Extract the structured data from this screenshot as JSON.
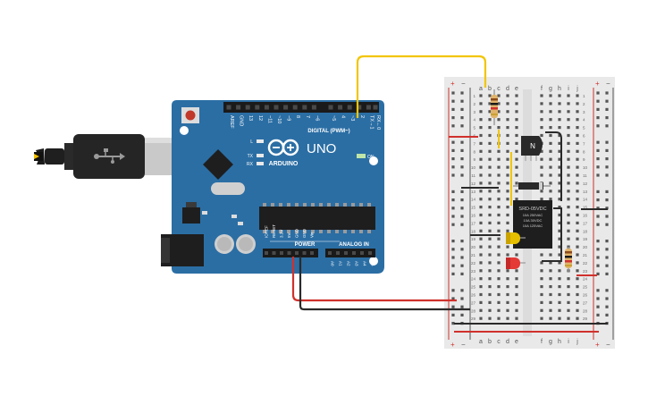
{
  "arduino": {
    "brand": "ARDUINO",
    "model": "UNO",
    "digital_label": "DIGITAL (PWM~)",
    "power_label": "POWER",
    "analog_label": "ANALOG IN",
    "on_label": "ON",
    "led_l": "L",
    "led_tx": "TX",
    "led_rx": "RX",
    "top_pin_labels": [
      "AREF",
      "GND",
      "13",
      "12",
      "~11",
      "~10",
      "~9",
      "8",
      "7",
      "~6",
      "~5",
      "4",
      "~3",
      "2",
      "TX→1",
      "RX←0"
    ],
    "power_pin_labels": [
      "IOREF",
      "RESET",
      "3.3V",
      "5V",
      "GND",
      "GND",
      "Vin"
    ],
    "analog_pin_labels": [
      "A0",
      "A1",
      "A2",
      "A3",
      "A4",
      "A5"
    ]
  },
  "breadboard": {
    "columns_left": [
      "a",
      "b",
      "c",
      "d",
      "e"
    ],
    "columns_right": [
      "f",
      "g",
      "h",
      "i",
      "j"
    ],
    "row_numbers": [
      "1",
      "2",
      "3",
      "4",
      "5",
      "6",
      "7",
      "8",
      "9",
      "10",
      "11",
      "12",
      "13",
      "14",
      "15",
      "16",
      "17",
      "18",
      "19",
      "20",
      "21",
      "22",
      "23",
      "24",
      "25",
      "26",
      "27",
      "28",
      "29"
    ],
    "rail_plus": "+",
    "rail_minus": "−"
  },
  "transistor": {
    "label": "N"
  },
  "relay": {
    "label_lines": [
      "SRD-05VDC",
      "10A 250VAC",
      "10A 30VDC",
      "10A 125VAC"
    ]
  },
  "colors": {
    "board": "#2b6ea4",
    "breadboard": "#e9e9e9",
    "wire_red": "#d0312d",
    "wire_black": "#2a2a2a",
    "wire_yellow": "#f2c500"
  }
}
